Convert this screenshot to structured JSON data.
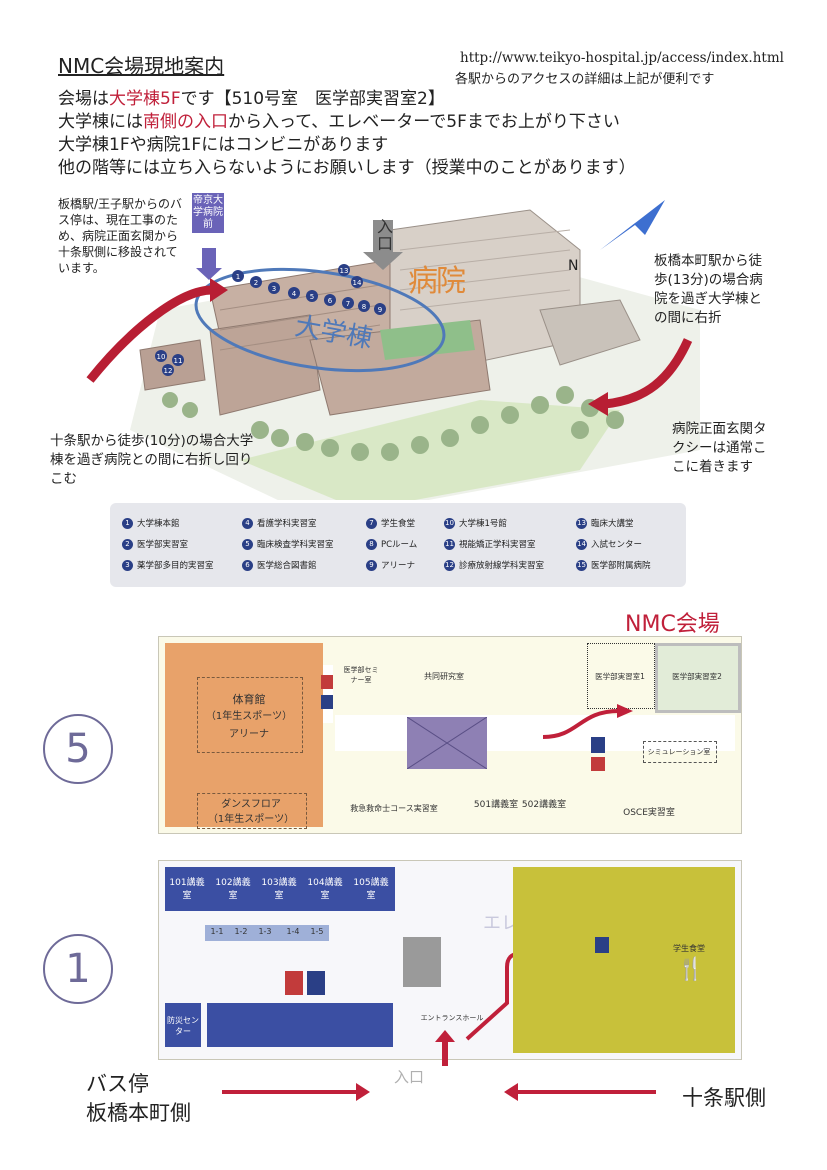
{
  "header": {
    "title": "NMC会場現地案内",
    "url": "http://www.teikyo-hospital.jp/access/index.html",
    "url_note": "各駅からのアクセスの詳細は上記が便利です"
  },
  "intro": {
    "line1_a": "会場は",
    "line1_b": "大学棟5F",
    "line1_c": "です【510号室　医学部実習室2】",
    "line2_a": "大学棟には",
    "line2_b": "南側の入口",
    "line2_c": "から入って、エレベーターで5Fまでお上がり下さい",
    "line3": "大学棟1Fや病院1Fにはコンビニがあります",
    "line4": "他の階等には立ち入らないようにお願いします（授業中のことがあります）"
  },
  "campus_map": {
    "note_bus": "板橋駅/王子駅からのバス停は、現在工事のため、病院正面玄関から十条駅側に移設されています。",
    "bus_stop_sign": "帝京大学病院前",
    "entrance_label": "入口",
    "hospital_label": "病院",
    "university_label": "大学棟",
    "north_label": "N",
    "note_itabashihoncho": "板橋本町駅から徒歩(13分)の場合病院を過ぎ大学棟との間に右折",
    "note_taxi": "病院正面玄関タクシーは通常ここに着きます",
    "note_jujo": "十条駅から徒歩(10分)の場合大学棟を過ぎ病院との間に右折し回りこむ",
    "legend": [
      {
        "num": "1",
        "label": "大学棟本館"
      },
      {
        "num": "2",
        "label": "医学部実習室"
      },
      {
        "num": "3",
        "label": "薬学部多目的実習室"
      },
      {
        "num": "4",
        "label": "看護学科実習室"
      },
      {
        "num": "5",
        "label": "臨床検査学科実習室"
      },
      {
        "num": "6",
        "label": "医学総合図書館"
      },
      {
        "num": "7",
        "label": "学生食堂"
      },
      {
        "num": "8",
        "label": "PCルーム"
      },
      {
        "num": "9",
        "label": "アリーナ"
      },
      {
        "num": "10",
        "label": "大学棟1号館"
      },
      {
        "num": "11",
        "label": "視能矯正学科実習室"
      },
      {
        "num": "12",
        "label": "診療放射線学科実習室"
      },
      {
        "num": "13",
        "label": "臨床大講堂"
      },
      {
        "num": "14",
        "label": "入試センター"
      },
      {
        "num": "15",
        "label": "医学部附属病院"
      }
    ]
  },
  "floor5": {
    "floor_num": "5",
    "venue_label": "NMC会場",
    "gym": "体育館",
    "gym_sub": "（1年生スポーツ）",
    "arena": "アリーナ",
    "dance": "ダンスフロア",
    "dance_sub": "（1年生スポーツ）",
    "seminar": "医学部セミナー室",
    "joint_lab": "共同研究室",
    "lab1": "医学部実習室1",
    "lab2": "医学部実習室2",
    "simulation": "シミュレーション室",
    "ems": "救急救命士コース実習室",
    "room501": "501講義室",
    "room502": "502講義室",
    "osce": "OSCE実習室"
  },
  "floor1": {
    "floor_num": "1",
    "rooms": [
      "101講義室",
      "102講義室",
      "103講義室",
      "104講義室",
      "105講義室"
    ],
    "small_rooms": [
      "1-1",
      "1-2",
      "1-3",
      "1-4",
      "1-5"
    ],
    "elevator": "エレベータ",
    "cafeteria": "学生食堂",
    "disaster_center": "防災センター",
    "entrance_hall": "エントランスホール",
    "entrance": "入口",
    "bus_stop": "バス停",
    "itabashi_side": "板橋本町側",
    "jujo_side": "十条駅側"
  },
  "colors": {
    "accent_red": "#c0203a",
    "navy": "#2a3f86",
    "orange": "#e8a26a",
    "cream": "#f6f3c8",
    "yellow": "#c8c13a"
  }
}
